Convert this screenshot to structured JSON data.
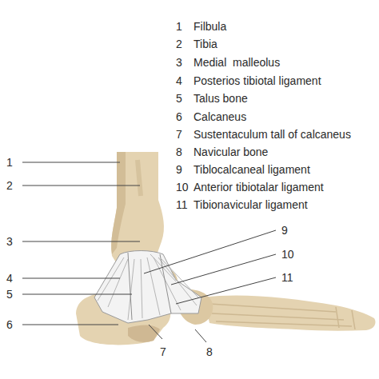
{
  "diagram": {
    "labels": [
      "1",
      "Filbula",
      "2",
      "Tibia",
      "3",
      "Medial  malleolus",
      "4",
      "Posterios tibiotal ligament",
      "5",
      "Talus bone",
      "6",
      "Calcaneus",
      "7",
      "Sustentaculum tall of calcaneus",
      "8",
      "Navicular bone",
      "9",
      "Tiblocalcaneal ligament",
      "10",
      "Anterior tibiotalar ligament",
      "11",
      "Tibionavicular ligament",
      "1",
      "2",
      "3",
      "4",
      "5",
      "6",
      "7",
      "8",
      "9",
      "10",
      "11"
    ]
  }
}
